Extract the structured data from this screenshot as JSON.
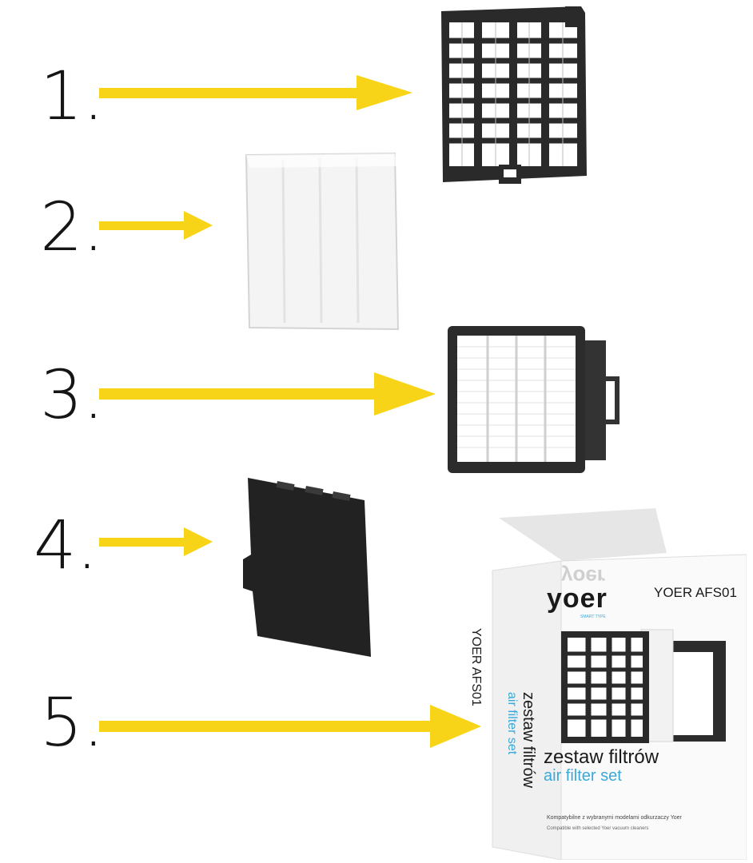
{
  "items": [
    {
      "number": "1.",
      "name": "black grille pre-filter"
    },
    {
      "number": "2.",
      "name": "white foam filter"
    },
    {
      "number": "3.",
      "name": "HEPA filter cartridge"
    },
    {
      "number": "4.",
      "name": "black carbon filter"
    },
    {
      "number": "5.",
      "name": "retail box"
    }
  ],
  "box": {
    "brand": "yoer",
    "brand_tagline": "SMART TYPE",
    "model": "YOER AFS01",
    "title_pl": "zestaw filtrów",
    "title_en": "air filter set",
    "compat_pl": "Kompatybilne z wybranymi modelami odkurzaczy Yoer",
    "compat_en": "Compatible with selected Yoer vacuum cleaners"
  },
  "colors": {
    "arrow": "#f7d417",
    "number": "#151515",
    "filter_dark": "#2a2a2a",
    "brand_blue": "#3aa9d9"
  }
}
